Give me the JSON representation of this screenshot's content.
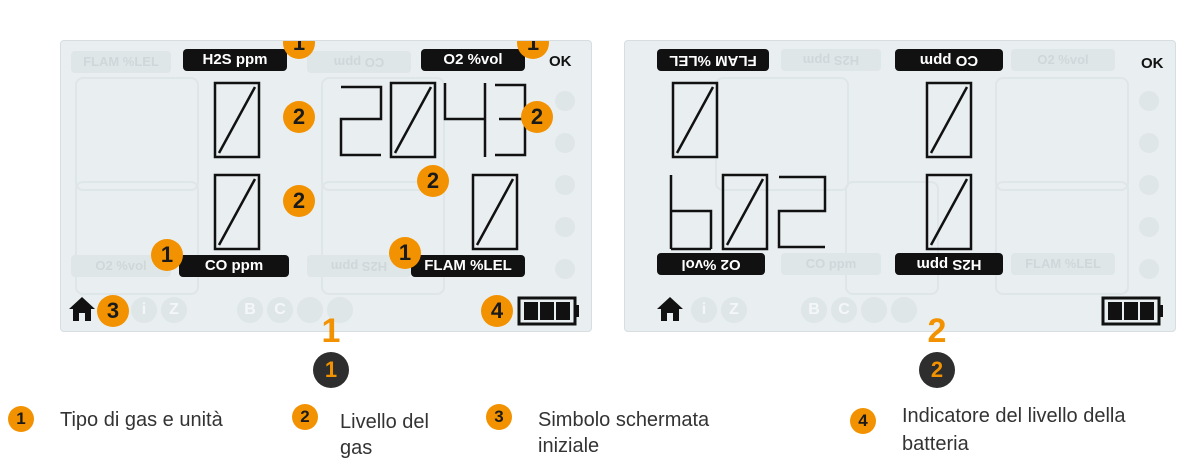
{
  "left_screen": {
    "labels": {
      "h2s": "H2S ppm",
      "o2": "O2 %vol",
      "co": "CO ppm",
      "flam": "FLAM %LEL",
      "ghost_top_left": "FLAM %LEL",
      "ghost_top_mid": "CO ppm",
      "ghost_bot_left": "O2 %vol",
      "ghost_bot_mid": "H2S ppm"
    },
    "ok": "OK",
    "callouts": {
      "a": "1",
      "b": "1",
      "c": "2",
      "d": "2",
      "e": "2",
      "f": "2",
      "g": "1",
      "h": "1",
      "i": "3",
      "j": "4"
    },
    "foot_letters": [
      "i",
      "Z",
      "B",
      "C"
    ]
  },
  "right_screen": {
    "labels": {
      "flam": "FLAM %LEL",
      "co": "CO ppm",
      "o2": "O2 %vol",
      "h2s": "H2S ppm",
      "ghost_top_mid": "H2S ppm",
      "ghost_top_right": "O2 %vol",
      "ghost_bot_mid": "CO ppm",
      "ghost_bot_right": "FLAM %LEL"
    },
    "ok": "OK",
    "foot_letters": [
      "i",
      "Z",
      "B",
      "C"
    ]
  },
  "markers": {
    "left_big": "1",
    "left_dark": "1",
    "right_big": "2",
    "right_dark": "2"
  },
  "legend": [
    {
      "num": "1",
      "text": "Tipo di gas e unità"
    },
    {
      "num": "2",
      "text_line1": "Livello del",
      "text_line2": "gas"
    },
    {
      "num": "3",
      "text_line1": "Simbolo schermata",
      "text_line2": "iniziale"
    },
    {
      "num": "4",
      "text_line1": "Indicatore del livello della",
      "text_line2": "batteria"
    }
  ],
  "colors": {
    "accent": "#f39200",
    "lcd_bg": "#e9eef0",
    "ink": "#111111"
  }
}
